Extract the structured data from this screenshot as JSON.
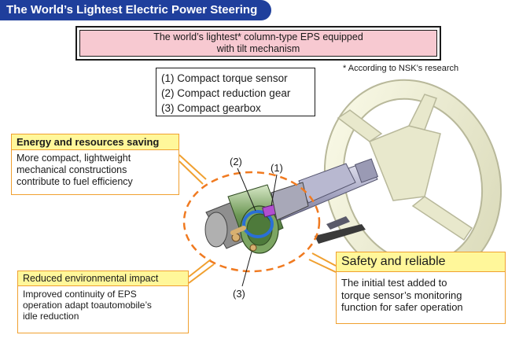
{
  "title": "The World’s Lightest Electric Power Steering",
  "banner": {
    "line1": "The world’s lightest* column-type EPS equipped",
    "line2": "with tilt mechanism"
  },
  "footnote": "* According to NSK’s research",
  "features": [
    "(1) Compact torque sensor",
    "(2) Compact reduction gear",
    "(3) Compact gearbox"
  ],
  "callouts": {
    "energy": {
      "heading": "Energy and resources saving",
      "lines": [
        "More compact, lightweight",
        "mechanical constructions",
        "contribute to fuel efficiency"
      ]
    },
    "environment": {
      "heading": "Reduced environmental impact",
      "lines": [
        "Improved continuity of EPS",
        "operation adapt toautomobile’s",
        "idle reduction"
      ]
    },
    "safety": {
      "heading": "Safety and reliable",
      "lines": [
        "The initial test added to",
        "torque sensor’s monitoring",
        "function for safer operation"
      ]
    }
  },
  "labels": {
    "one": "(1)",
    "two": "(2)",
    "three": "(3)"
  },
  "colors": {
    "title_bg": "#1f3f9c",
    "banner_bg": "#f7c9d1",
    "callout_head_bg": "#fff79a",
    "accent_orange": "#f0a030",
    "dashed_ellipse": "#f07a20"
  }
}
